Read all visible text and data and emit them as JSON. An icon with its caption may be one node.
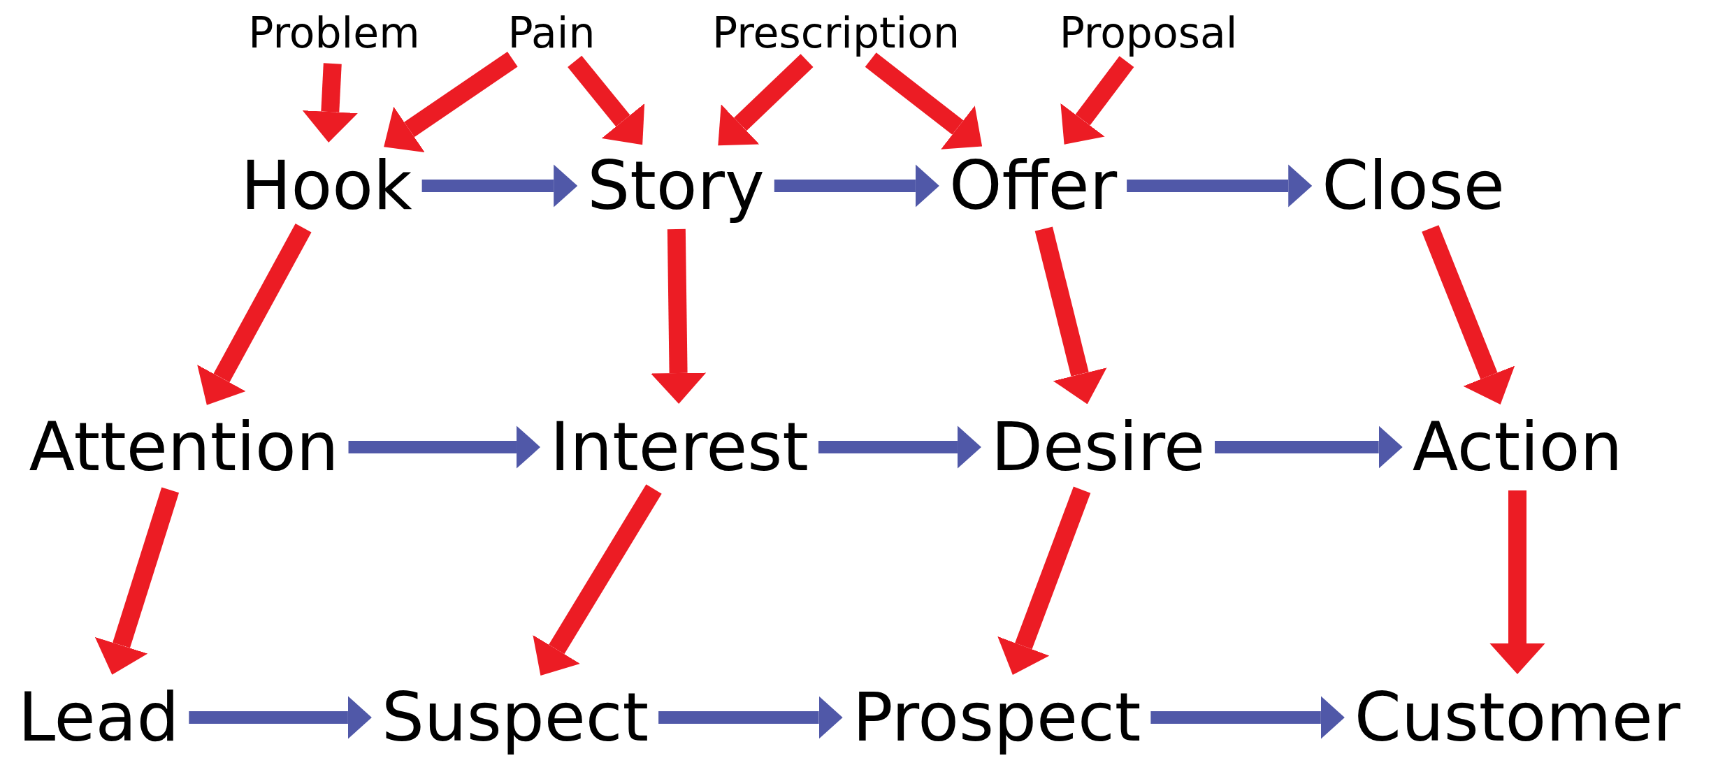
{
  "diagram": {
    "nodes": [
      {
        "text": [
          "Problem"
        ]
      },
      {
        "text": [
          "Pain"
        ]
      },
      {
        "text": [
          "Prescription"
        ]
      },
      {
        "text": [
          "Proposal"
        ]
      },
      {
        "text": [
          "Hook"
        ]
      },
      {
        "text": [
          "Story"
        ]
      },
      {
        "text": [
          "Offer"
        ]
      },
      {
        "text": [
          "Close"
        ]
      },
      {
        "text": [
          "Attention"
        ]
      },
      {
        "text": [
          "Interest"
        ]
      },
      {
        "text": [
          "Desire"
        ]
      },
      {
        "text": [
          "Action"
        ]
      },
      {
        "text": [
          "Lead"
        ]
      },
      {
        "text": [
          "Suspect"
        ]
      },
      {
        "text": [
          "Prospect"
        ]
      },
      {
        "text": [
          "Customer"
        ]
      }
    ],
    "edges": [
      {
        "from": 0,
        "to": 4,
        "arrow": "to"
      },
      {
        "from": 1,
        "to": 4,
        "arrow": "to"
      },
      {
        "from": 1,
        "to": 5,
        "arrow": "to"
      },
      {
        "from": 2,
        "to": 5,
        "arrow": "to"
      },
      {
        "from": 2,
        "to": 6,
        "arrow": "to"
      },
      {
        "from": 3,
        "to": 6,
        "arrow": "to"
      },
      {
        "from": 4,
        "to": 5,
        "arrow": "to",
        "color": "#5058a8"
      },
      {
        "from": 5,
        "to": 6,
        "arrow": "to",
        "color": "#5058a8"
      },
      {
        "from": 6,
        "to": 7,
        "arrow": "to",
        "color": "#5058a8"
      },
      {
        "from": 4,
        "to": 8,
        "arrow": "to"
      },
      {
        "from": 5,
        "to": 9,
        "arrow": "to"
      },
      {
        "from": 6,
        "to": 10,
        "arrow": "to"
      },
      {
        "from": 7,
        "to": 11,
        "arrow": "to"
      },
      {
        "from": 8,
        "to": 9,
        "arrow": "to",
        "color": "#5058a8"
      },
      {
        "from": 9,
        "to": 10,
        "arrow": "to",
        "color": "#5058a8"
      },
      {
        "from": 10,
        "to": 11,
        "arrow": "to",
        "color": "#5058a8"
      },
      {
        "from": 8,
        "to": 12,
        "arrow": "to"
      },
      {
        "from": 9,
        "to": 13,
        "arrow": "to"
      },
      {
        "from": 10,
        "to": 14,
        "arrow": "to"
      },
      {
        "from": 11,
        "to": 15,
        "arrow": "to"
      },
      {
        "from": 12,
        "to": 13,
        "arrow": "to",
        "color": "#5058a8"
      },
      {
        "from": 13,
        "to": 14,
        "arrow": "to",
        "color": "#5058a8"
      },
      {
        "from": 14,
        "to": 15,
        "arrow": "to",
        "color": "#5058a8"
      }
    ]
  }
}
